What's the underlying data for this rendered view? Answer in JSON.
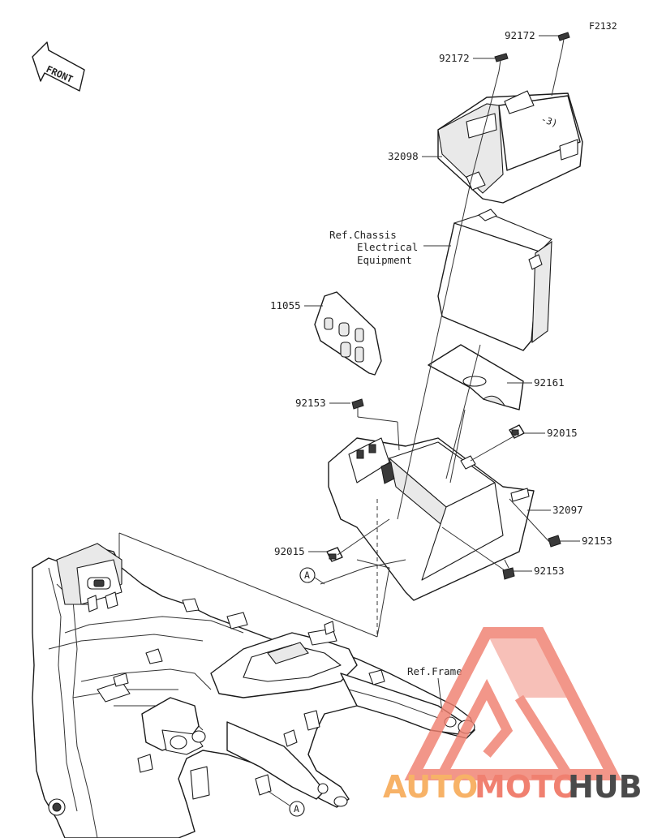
{
  "figure_code": "F2132",
  "front_label": "FRONT",
  "ref_chassis": [
    "Ref.Chassis",
    "Electrical",
    "Equipment"
  ],
  "ref_frame": "Ref.Frame",
  "callouts": {
    "c92172_top": "92172",
    "c92172_left": "92172",
    "c32098": "32098",
    "c11055": "11055",
    "c92161": "92161",
    "c92153_a": "92153",
    "c92015_right": "92015",
    "c32097": "32097",
    "c92153_b": "92153",
    "c92015_left": "92015",
    "c92153_c": "92153"
  },
  "marker": "A",
  "watermark": {
    "auto": "AUTO",
    "moto": "MOTO",
    "hub": "HUB",
    "color_primary": "#f08070",
    "color_secondary": "#f7b267",
    "color_dark": "#4a4a4a"
  }
}
